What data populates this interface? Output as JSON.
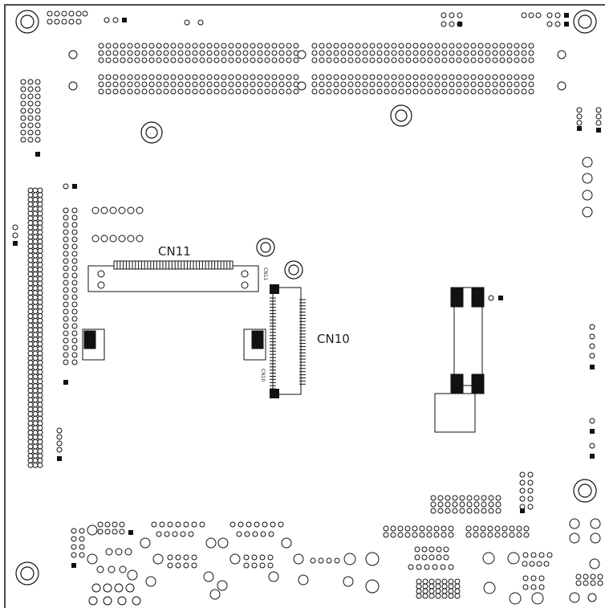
{
  "board": {
    "connectors": [
      {
        "id": "cn11",
        "label": "CN11",
        "silk_label": "CN11"
      },
      {
        "id": "cn10",
        "label": "CN10",
        "silk_label": "CN10"
      }
    ]
  },
  "colors": {
    "outline": "#111111",
    "pad_fill": "#ffffff",
    "square_pad": "#111111",
    "background": "#ffffff"
  }
}
